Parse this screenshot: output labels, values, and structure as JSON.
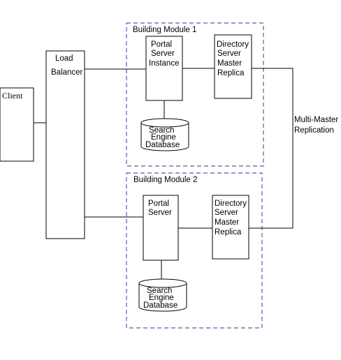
{
  "client": {
    "label": "Client"
  },
  "load_balancer": {
    "line1": "Load",
    "line2": "Balancer"
  },
  "module1": {
    "title": "Building Module 1",
    "portal": {
      "line1": "Portal",
      "line2": "Server",
      "line3": "Instance"
    },
    "directory": {
      "line1": "Directory",
      "line2": "Server",
      "line3": "Master",
      "line4": "Replica"
    },
    "database": {
      "line1": "Search",
      "line2": "Engine",
      "line3": "Database"
    }
  },
  "module2": {
    "title": "Building Module 2",
    "portal": {
      "line1": "Portal",
      "line2": "Server"
    },
    "directory": {
      "line1": "Directory",
      "line2": "Server",
      "line3": "Master",
      "line4": "Replica"
    },
    "database": {
      "line1": "Search",
      "line2": "Engine",
      "line3": "Database"
    }
  },
  "replication": {
    "line1": "Multi-Master",
    "line2": "Replication"
  },
  "colors": {
    "module_border": "#5a5aa8",
    "line": "#000000"
  }
}
